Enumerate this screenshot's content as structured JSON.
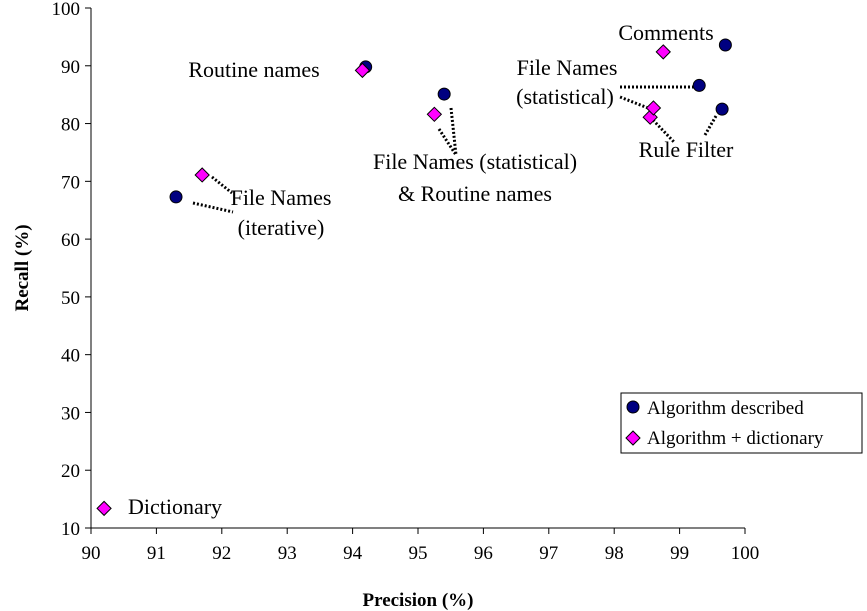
{
  "chart_data": {
    "type": "scatter",
    "xlabel": "Precision (%)",
    "ylabel": "Recall (%)",
    "xlim": [
      90,
      100
    ],
    "ylim": [
      10,
      100
    ],
    "x_ticks": [
      "90",
      "91",
      "92",
      "93",
      "94",
      "95",
      "96",
      "97",
      "98",
      "99",
      "100"
    ],
    "y_ticks": [
      "10",
      "20",
      "30",
      "40",
      "50",
      "60",
      "70",
      "80",
      "90",
      "100"
    ],
    "grid": false,
    "legend_position": "bottom-right",
    "series": [
      {
        "name": "Algorithm described",
        "marker": "circle",
        "color": "#000080",
        "points": [
          {
            "x": 91.3,
            "y": 67.3
          },
          {
            "x": 94.2,
            "y": 89.8
          },
          {
            "x": 95.4,
            "y": 85.1
          },
          {
            "x": 99.3,
            "y": 86.6
          },
          {
            "x": 99.65,
            "y": 82.5
          },
          {
            "x": 99.7,
            "y": 93.6
          }
        ]
      },
      {
        "name": "Algorithm + dictionary",
        "marker": "diamond",
        "color": "#ff00ff",
        "points": [
          {
            "x": 90.2,
            "y": 13.4
          },
          {
            "x": 91.7,
            "y": 71.1
          },
          {
            "x": 94.15,
            "y": 89.2
          },
          {
            "x": 95.25,
            "y": 81.6
          },
          {
            "x": 98.55,
            "y": 81.1
          },
          {
            "x": 98.6,
            "y": 82.7
          },
          {
            "x": 98.75,
            "y": 92.4
          }
        ]
      }
    ],
    "annotations": [
      {
        "text": "Comments"
      },
      {
        "text": "Routine names"
      },
      {
        "text": "File Names"
      },
      {
        "text": "(statistical)"
      },
      {
        "text": "Rule Filter"
      },
      {
        "text": "File Names (statistical)"
      },
      {
        "text": "&   Routine names"
      },
      {
        "text": "File Names"
      },
      {
        "text": "(iterative)"
      },
      {
        "text": "Dictionary"
      }
    ]
  }
}
